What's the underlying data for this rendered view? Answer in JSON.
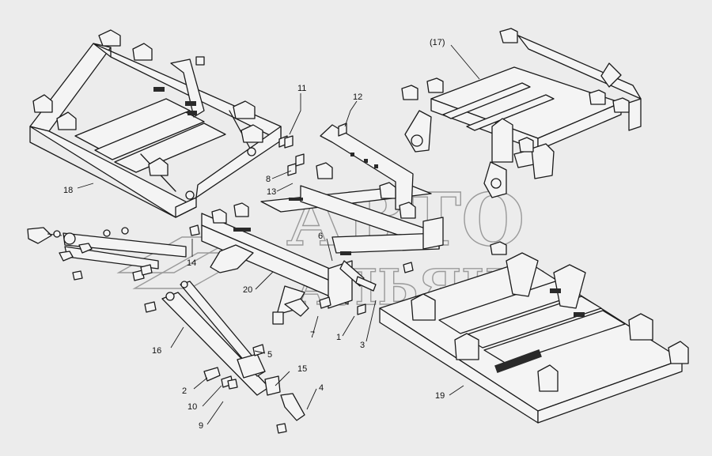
{
  "watermark": {
    "line1": "АВТО",
    "line2": "АЛЬЯНС"
  },
  "callouts": [
    {
      "id": "c1",
      "text": "1"
    },
    {
      "id": "c2",
      "text": "2"
    },
    {
      "id": "c3",
      "text": "3"
    },
    {
      "id": "c4",
      "text": "4"
    },
    {
      "id": "c5",
      "text": "5"
    },
    {
      "id": "c6",
      "text": "6"
    },
    {
      "id": "c7",
      "text": "7"
    },
    {
      "id": "c8",
      "text": "8"
    },
    {
      "id": "c9",
      "text": "9"
    },
    {
      "id": "c10",
      "text": "10"
    },
    {
      "id": "c11",
      "text": "11"
    },
    {
      "id": "c12",
      "text": "12"
    },
    {
      "id": "c13",
      "text": "13"
    },
    {
      "id": "c14",
      "text": "14"
    },
    {
      "id": "c15",
      "text": "15"
    },
    {
      "id": "c16",
      "text": "16"
    },
    {
      "id": "c17",
      "text": "(17)"
    },
    {
      "id": "c18",
      "text": "18"
    },
    {
      "id": "c19",
      "text": "19"
    },
    {
      "id": "c20",
      "text": "20"
    }
  ]
}
